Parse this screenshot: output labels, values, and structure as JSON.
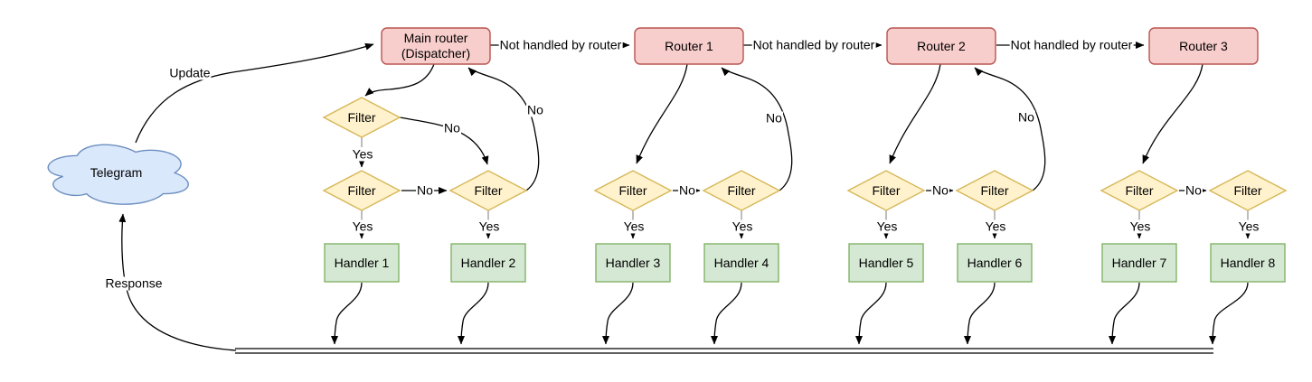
{
  "labels": {
    "cloud": "Telegram",
    "update": "Update",
    "response": "Response",
    "not_handled": "Not handled by router",
    "yes": "Yes",
    "no": "No",
    "filter": "Filter"
  },
  "routers": [
    {
      "label": "Main router",
      "sublabel": "(Dispatcher)"
    },
    {
      "label": "Router 1"
    },
    {
      "label": "Router 2"
    },
    {
      "label": "Router 3"
    }
  ],
  "handlers": [
    {
      "label": "Handler 1"
    },
    {
      "label": "Handler 2"
    },
    {
      "label": "Handler 3"
    },
    {
      "label": "Handler 4"
    },
    {
      "label": "Handler 5"
    },
    {
      "label": "Handler 6"
    },
    {
      "label": "Handler 7"
    },
    {
      "label": "Handler 8"
    }
  ],
  "colors": {
    "router_fill": "#f8cecc",
    "router_stroke": "#b85450",
    "filter_fill": "#fff2cc",
    "filter_stroke": "#d6b656",
    "handler_fill": "#d5e8d4",
    "handler_stroke": "#82b366",
    "cloud_fill": "#dae8fc",
    "cloud_stroke": "#6c8ebf",
    "edge": "#000000",
    "stub": "#999999",
    "background": "#ffffff"
  }
}
